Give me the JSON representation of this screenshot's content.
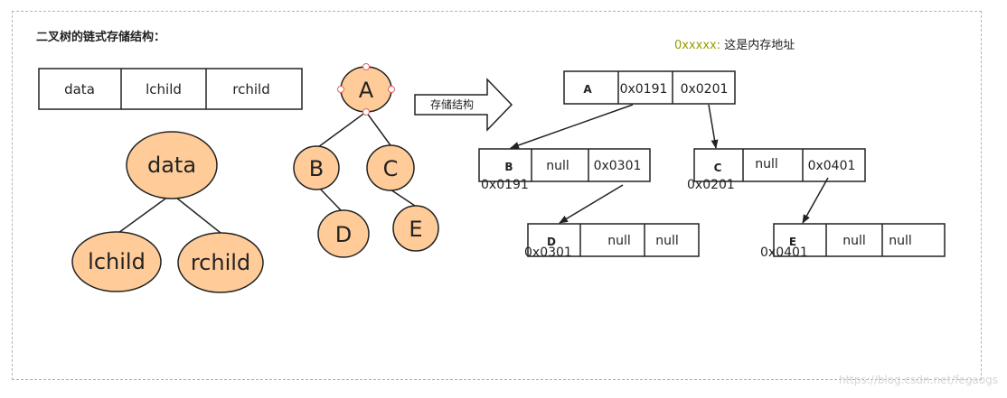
{
  "title": "二叉树的链式存储结构：",
  "legend": {
    "address_sample": "0xxxxx:",
    "description": " 这是内存地址"
  },
  "node_struct": {
    "fields": [
      "data",
      "lchild",
      "rchild"
    ]
  },
  "concept_tree": {
    "root": "data",
    "left": "lchild",
    "right": "rchild"
  },
  "example_tree": {
    "nodes": [
      "A",
      "B",
      "C",
      "D",
      "E"
    ],
    "edges": [
      [
        "A",
        "B"
      ],
      [
        "A",
        "C"
      ],
      [
        "B",
        "D"
      ],
      [
        "C",
        "E"
      ]
    ]
  },
  "arrow_label": "存储结构",
  "memory_nodes": [
    {
      "name": "A",
      "lchild": "0x0191",
      "rchild": "0x0201",
      "address": ""
    },
    {
      "name": "B",
      "lchild": "null",
      "rchild": "0x0301",
      "address": "0x0191"
    },
    {
      "name": "C",
      "lchild": "null",
      "rchild": "0x0401",
      "address": "0x0201"
    },
    {
      "name": "D",
      "lchild": "null",
      "rchild": "null",
      "address": "0x0301"
    },
    {
      "name": "E",
      "lchild": "null",
      "rchild": "null",
      "address": "0x0401"
    }
  ],
  "watermark": "https://blog.csdn.net/fegaogs",
  "colors": {
    "node_fill": "#FFCC99",
    "stroke": "#222222",
    "address_legend": "#9A9A00",
    "handle": "#E06060"
  }
}
